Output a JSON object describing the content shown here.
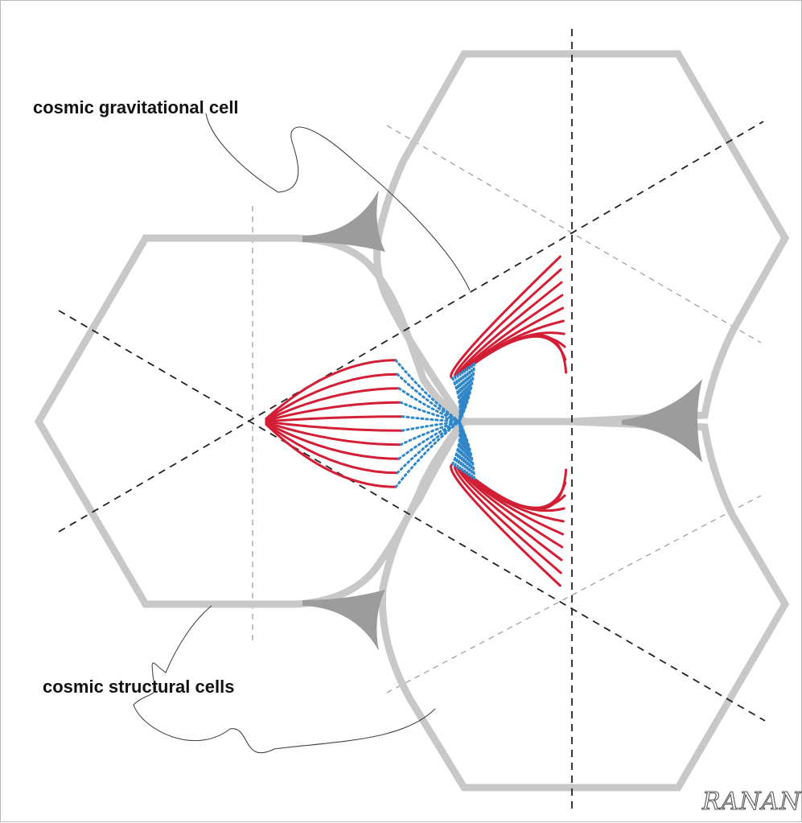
{
  "labels": {
    "gravitational_cell": "cosmic gravitational cell",
    "structural_cells": "cosmic structural cells",
    "signature": "RANAN"
  },
  "colors": {
    "hexagon_stroke": "#c8c8c8",
    "node_fill": "#9c9c9c",
    "field_line_red": "#d21f35",
    "field_line_blue": "#2f86c8",
    "axis_dashed": "#222222",
    "axis_thin": "#9a9a9a",
    "callout_line": "#444444",
    "frame": "#b9b9b9"
  },
  "shapes": {
    "hexagons": [
      "hexagon-top-right",
      "hexagon-left",
      "hexagon-bottom-right"
    ],
    "triangle": "gravitational-cell-triangle"
  }
}
